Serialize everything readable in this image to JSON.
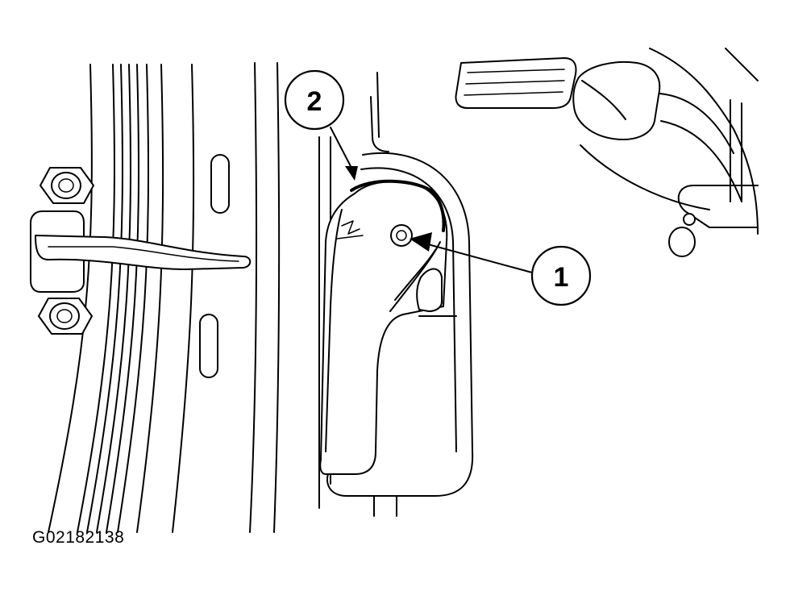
{
  "callouts": [
    {
      "label": "1"
    },
    {
      "label": "2"
    }
  ],
  "figure_id": "G02182138"
}
